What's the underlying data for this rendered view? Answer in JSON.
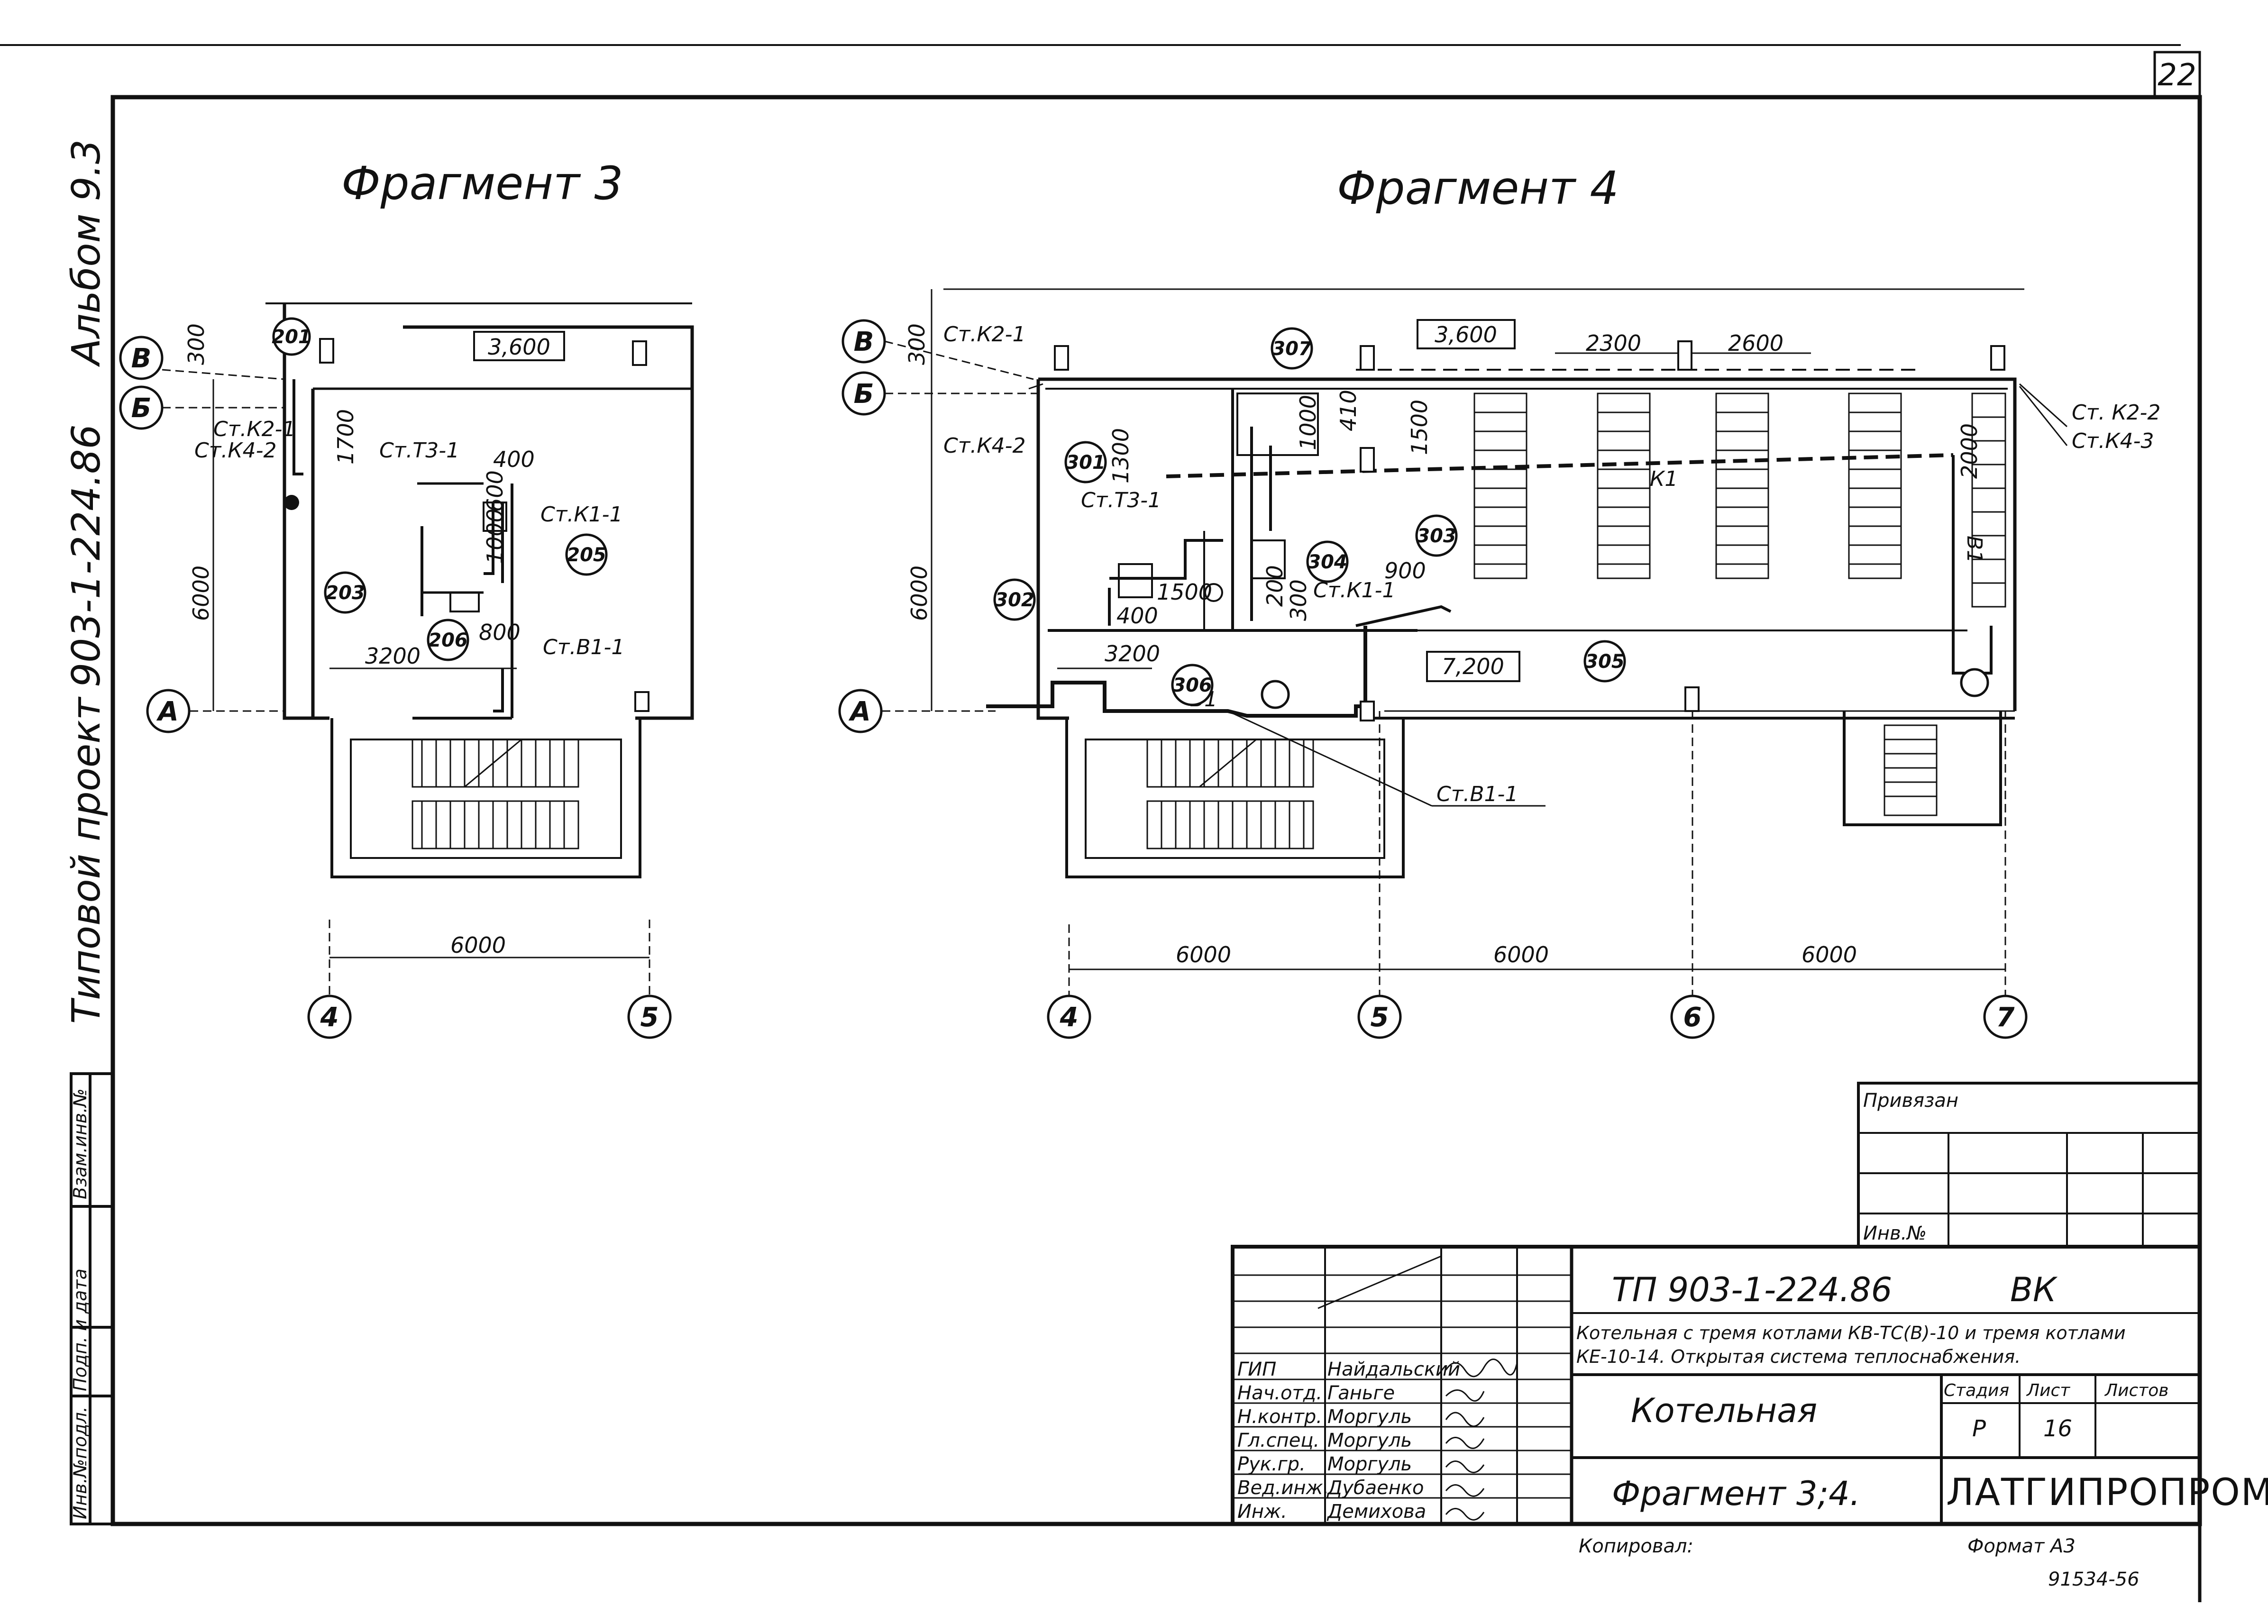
{
  "sheet": {
    "number": "22",
    "side_album": "Альбом 9.3",
    "side_project_code": "903-1-224.86",
    "side_project_type": "Типовой проект",
    "side_boxes": [
      "Инв.№подл.",
      "Подп. и дата",
      "Взам.инв.№"
    ]
  },
  "fragment3": {
    "title": "Фрагмент 3",
    "level": "3,600",
    "axes": {
      "rows": [
        "В",
        "Б",
        "А"
      ],
      "cols": [
        "4",
        "5"
      ]
    },
    "dims": {
      "d300": "300",
      "d1700": "1700",
      "d6000_v": "6000",
      "d3200": "3200",
      "d400": "400",
      "d1000": "1000",
      "d600": "600",
      "d800": "800",
      "d6000_h": "6000"
    },
    "labels": {
      "k2": "Ст.К2-1",
      "k4": "Ст.К4-2",
      "t3": "Ст.Т3-1",
      "k1": "Ст.К1-1",
      "b1": "Ст.В1-1"
    },
    "rooms": [
      "201",
      "203",
      "205",
      "206"
    ]
  },
  "fragment4": {
    "title": "Фрагмент 4",
    "level_top": "3,600",
    "level_bottom": "7,200",
    "axes": {
      "rows": [
        "В",
        "Б",
        "А"
      ],
      "cols": [
        "4",
        "5",
        "6",
        "7"
      ]
    },
    "dims": {
      "d300": "300",
      "d2300": "2300",
      "d2600": "2600",
      "d6000_v": "6000",
      "d1500": "1500",
      "d2000": "2000",
      "d1000": "1000",
      "d410": "410",
      "d1300": "1300",
      "d900": "900",
      "d3200": "3200",
      "d400": "400",
      "d1500b": "1500",
      "d200": "200",
      "d300b": "300",
      "d6000_a": "6000",
      "d6000_b": "6000",
      "d6000_c": "6000"
    },
    "labels": {
      "k21": "Ст.К2-1",
      "k42": "Ст.К4-2",
      "t31": "Ст.Т3-1",
      "k11": "Ст.К1-1",
      "k22": "Ст. К2-2",
      "k43": "Ст.К4-3",
      "b11": "Ст.В1-1",
      "line_k1": "К1",
      "line_b1": "В1",
      "line_b1v": "В1"
    },
    "rooms": [
      "301",
      "302",
      "303",
      "304",
      "305",
      "306",
      "307"
    ]
  },
  "title_block": {
    "attached": "Привязан",
    "inv": "Инв.№",
    "code": "ТП 903-1-224.86",
    "stage_mark": "ВК",
    "description_1": "Котельная с тремя котлами КВ-ТС(В)-10 и тремя котлами",
    "description_2": "КЕ-10-14. Открытая система теплоснабжения.",
    "building": "Котельная",
    "drawing": "Фрагмент 3;4.",
    "org": "ЛАТГИПРОПРОМ",
    "col_stage": "Стадия",
    "col_sheet": "Лист",
    "col_sheets": "Листов",
    "stage": "Р",
    "sheet_no": "16",
    "roles": [
      "ГИП",
      "Нач.отд.",
      "Н.контр.",
      "Гл.спец.",
      "Рук.гр.",
      "Вед.инж.",
      "Инж."
    ],
    "names": [
      "Найдальский",
      "Ганьге",
      "Моргуль",
      "Моргуль",
      "Моргуль",
      "Дубаенко",
      "Демихова"
    ],
    "copied": "Копировал:",
    "format": "Формат А3",
    "archive": "91534-56"
  }
}
